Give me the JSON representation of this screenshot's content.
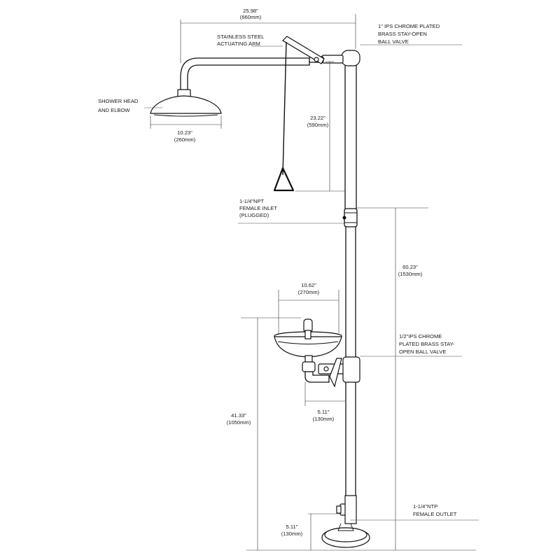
{
  "dimensions": {
    "overall_width": {
      "in": "25.98\"",
      "mm": "(660mm)"
    },
    "shower_head_dia": {
      "in": "10.23\"",
      "mm": "(260mm)"
    },
    "arm_to_inlet": {
      "in": "23.22\"",
      "mm": "(590mm)"
    },
    "inlet_height": {
      "in": "60.23\"",
      "mm": "(1530mm)"
    },
    "bowl_dia": {
      "in": "10.62\"",
      "mm": "(270mm)"
    },
    "bowl_offset": {
      "in": "5.11\"",
      "mm": "(130mm)"
    },
    "bowl_height": {
      "in": "41.33\"",
      "mm": "(1050mm)"
    },
    "outlet_height": {
      "in": "5.11\"",
      "mm": "(130mm)"
    }
  },
  "callouts": {
    "actuating_arm": [
      "STAINLESS STEEL",
      "ACTUATING ARM"
    ],
    "top_valve": [
      "1\" IPS CHROME PLATED",
      "BRASS STAY-OPEN",
      "BALL VALVE"
    ],
    "shower_head": [
      "SHOWER HEAD",
      "AND ELBOW"
    ],
    "inlet": [
      "1-1/4\"NPT",
      "FEMALE INLET",
      "(PLUGGED)"
    ],
    "eyewash_valve": [
      "1/2\"IPS CHROME",
      "PLATED BRASS STAY-",
      "OPEN BALL VALVE"
    ],
    "outlet": [
      "1-1/4\"NTP",
      "FEMALE OUTLET"
    ]
  }
}
